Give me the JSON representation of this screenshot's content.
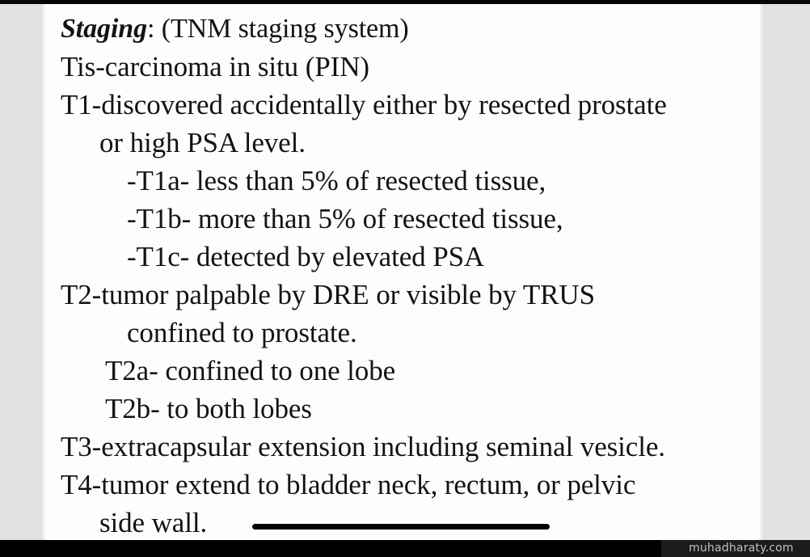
{
  "slide": {
    "title_label": "Staging",
    "title_rest": ": (TNM staging system)",
    "lines": [
      {
        "text": "Tis-carcinoma in situ (PIN)",
        "indent": 0
      },
      {
        "text": "T1-discovered accidentally either by resected prostate",
        "indent": 0
      },
      {
        "text": "or high PSA level.",
        "indent": 1
      },
      {
        "text": "-T1a- less than 5% of resected tissue,",
        "indent": 2
      },
      {
        "text": "-T1b- more than 5% of resected tissue,",
        "indent": 2
      },
      {
        "text": "-T1c- detected by elevated PSA",
        "indent": 2
      },
      {
        "text": "T2-tumor palpable by DRE or visible by TRUS",
        "indent": 0
      },
      {
        "text": "confined to prostate.",
        "indent": 2
      },
      {
        "text": "T2a- confined to one lobe",
        "indent": 3
      },
      {
        "text": "T2b- to both lobes",
        "indent": 3
      },
      {
        "text": "T3-extracapsular extension including seminal vesicle.",
        "indent": 0
      },
      {
        "text": "T4-tumor extend to bladder neck, rectum, or pelvic",
        "indent": 0
      },
      {
        "text": "side wall.",
        "indent": 1
      }
    ]
  },
  "footer": {
    "watermark": "muhadharaty.com"
  },
  "colors": {
    "text": "#131313",
    "canvas": "#fdfdfd",
    "band": "#e2e2e2",
    "footer": "#000000",
    "rule": "#000000",
    "watermark_text": "#cfcfcf"
  }
}
